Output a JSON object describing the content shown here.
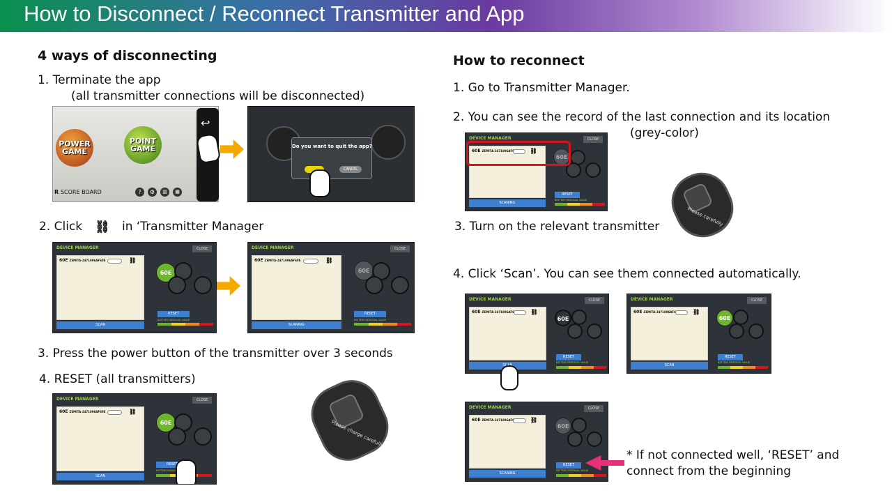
{
  "title": "How to Disconnect / Reconnect Transmitter and App",
  "left": {
    "heading": "4 ways of disconnecting",
    "step1": "1. Terminate the app",
    "step1_note": "(all transmitter connections will be disconnected)",
    "step2_pre": "2. Click",
    "step2_post": "in ‘Transmitter Manager",
    "step3": "3. Press the power button of the transmitter over 3 seconds",
    "step4": "4. RESET (all transmitters)"
  },
  "right": {
    "heading": "How to reconnect",
    "step1": "1. Go to Transmitter Manager.",
    "step2": "2. You can see the record of the last connection and its location",
    "step2_note": "(grey-color)",
    "step3": "3. Turn on the relevant transmitter",
    "step4": "4. Click ‘Scan’. You can see them connected automatically.",
    "note_line1": "* If not connected well, ‘RESET’ and",
    "note_line2": "connect from the beginning"
  },
  "app": {
    "power_game": "POWER GAME",
    "point_game": "POINT GAME",
    "score_board": "SCORE BOARD",
    "quit_question": "Do you want to quit the app?",
    "cancel": "CANCEL"
  },
  "dm": {
    "header": "DEVICE MANAGER",
    "close": "CLOSE",
    "device_id": "60E",
    "device_name": "ZEMITA-2471896AF60E",
    "node": "60E",
    "reset": "RESET",
    "battery_label": "BATTERY RESIDUAL VALUE",
    "scan": "SCAN",
    "scanning": "SCANING"
  },
  "device": {
    "label": "Please charge carefully",
    "label_short": "Please carefully"
  },
  "colors": {
    "accent_green": "#6cb52d",
    "scan_blue": "#3e7fd0",
    "arrow_orange": "#f5a800",
    "highlight_red": "#d8141c",
    "pointer_pink": "#e8307a"
  }
}
